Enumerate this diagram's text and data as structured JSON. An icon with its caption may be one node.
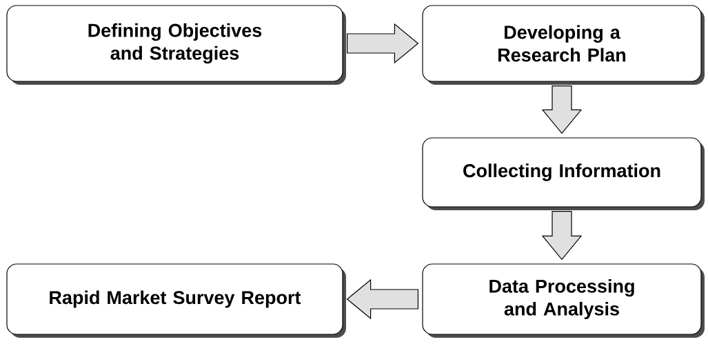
{
  "diagram": {
    "nodes": [
      {
        "text": [
          "Defining Objectives and Strategies"
        ]
      },
      {
        "text": [
          "Developing a Research Plan"
        ]
      },
      {
        "text": [
          "Collecting Information"
        ]
      },
      {
        "text": [
          "Data Processing and Analysis"
        ]
      },
      {
        "text": [
          "Rapid Market Survey Report"
        ]
      }
    ],
    "edges": [
      {
        "from": 0,
        "to": 1,
        "arrow": "to"
      },
      {
        "from": 1,
        "to": 2,
        "arrow": "to"
      },
      {
        "from": 2,
        "to": 3,
        "arrow": "to"
      },
      {
        "from": 3,
        "to": 4,
        "arrow": "to"
      }
    ]
  }
}
